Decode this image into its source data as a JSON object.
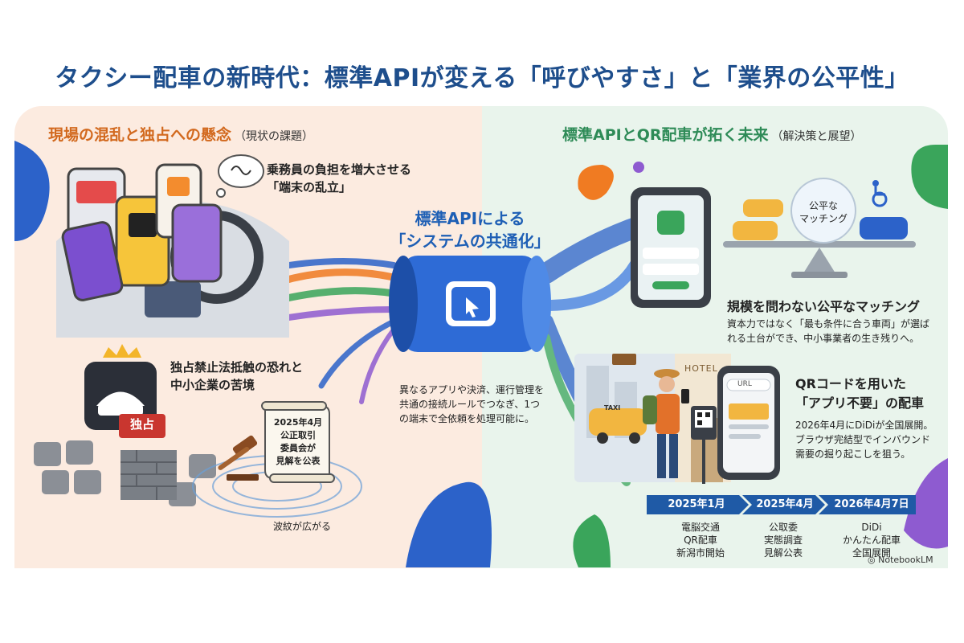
{
  "title": "タクシー配車の新時代：標準APIが変える「呼びやすさ」と「業界の公平性」",
  "left": {
    "heading": "現場の混乱と独占への懸念",
    "heading_sub": "（現状の課題）",
    "issue1_line1": "乗務員の負担を増大させる",
    "issue1_line2": "「端末の乱立」",
    "issue2_line1": "独占禁止法抵触の恐れと",
    "issue2_line2": "中小企業の苦境",
    "badge": "独占",
    "scroll_line1": "2025年4月",
    "scroll_line2": "公正取引",
    "scroll_line3": "委員会が",
    "scroll_line4": "見解を公表",
    "ripple_label": "波紋が広がる"
  },
  "center": {
    "label_line1": "標準APIによる",
    "label_line2": "「システムの共通化」",
    "desc_line1": "異なるアプリや決済、運行管理を",
    "desc_line2": "共通の接続ルールでつなぎ、1つ",
    "desc_line3": "の端末で全依頼を処理可能に。"
  },
  "right": {
    "heading": "標準APIとQR配車が拓く未来",
    "heading_sub": "（解決策と展望）",
    "scale_label_line1": "公平な",
    "scale_label_line2": "マッチング",
    "matching_title": "規模を問わない公平なマッチング",
    "matching_desc_line1": "資本力ではなく「最も条件に合う車両」が選ば",
    "matching_desc_line2": "れる土台ができ、中小事業者の生き残りへ。",
    "hotel_sign": "HOTEL",
    "taxi_sign": "TAXI",
    "url_label": "URL",
    "qr_title_line1": "QRコードを用いた",
    "qr_title_line2": "「アプリ不要」の配車",
    "qr_desc_line1": "2026年4月にDiDiが全国展開。",
    "qr_desc_line2": "ブラウザ完結型でインバウンド",
    "qr_desc_line3": "需要の掘り起こしを狙う。"
  },
  "timeline": [
    {
      "date": "2025年1月",
      "line1": "電脳交通",
      "line2": "QR配車",
      "line3": "新潟市開始"
    },
    {
      "date": "2025年4月",
      "line1": "公取委",
      "line2": "実態調査",
      "line3": "見解公表"
    },
    {
      "date": "2026年4月7日",
      "line1": "DiDi",
      "line2": "かんたん配車",
      "line3": "全国展開"
    }
  ],
  "brand": "NotebookLM",
  "colors": {
    "title": "#1e4e8c",
    "left_accent": "#d2691e",
    "right_accent": "#2e8b57",
    "timeline": "#1f5aa6"
  }
}
